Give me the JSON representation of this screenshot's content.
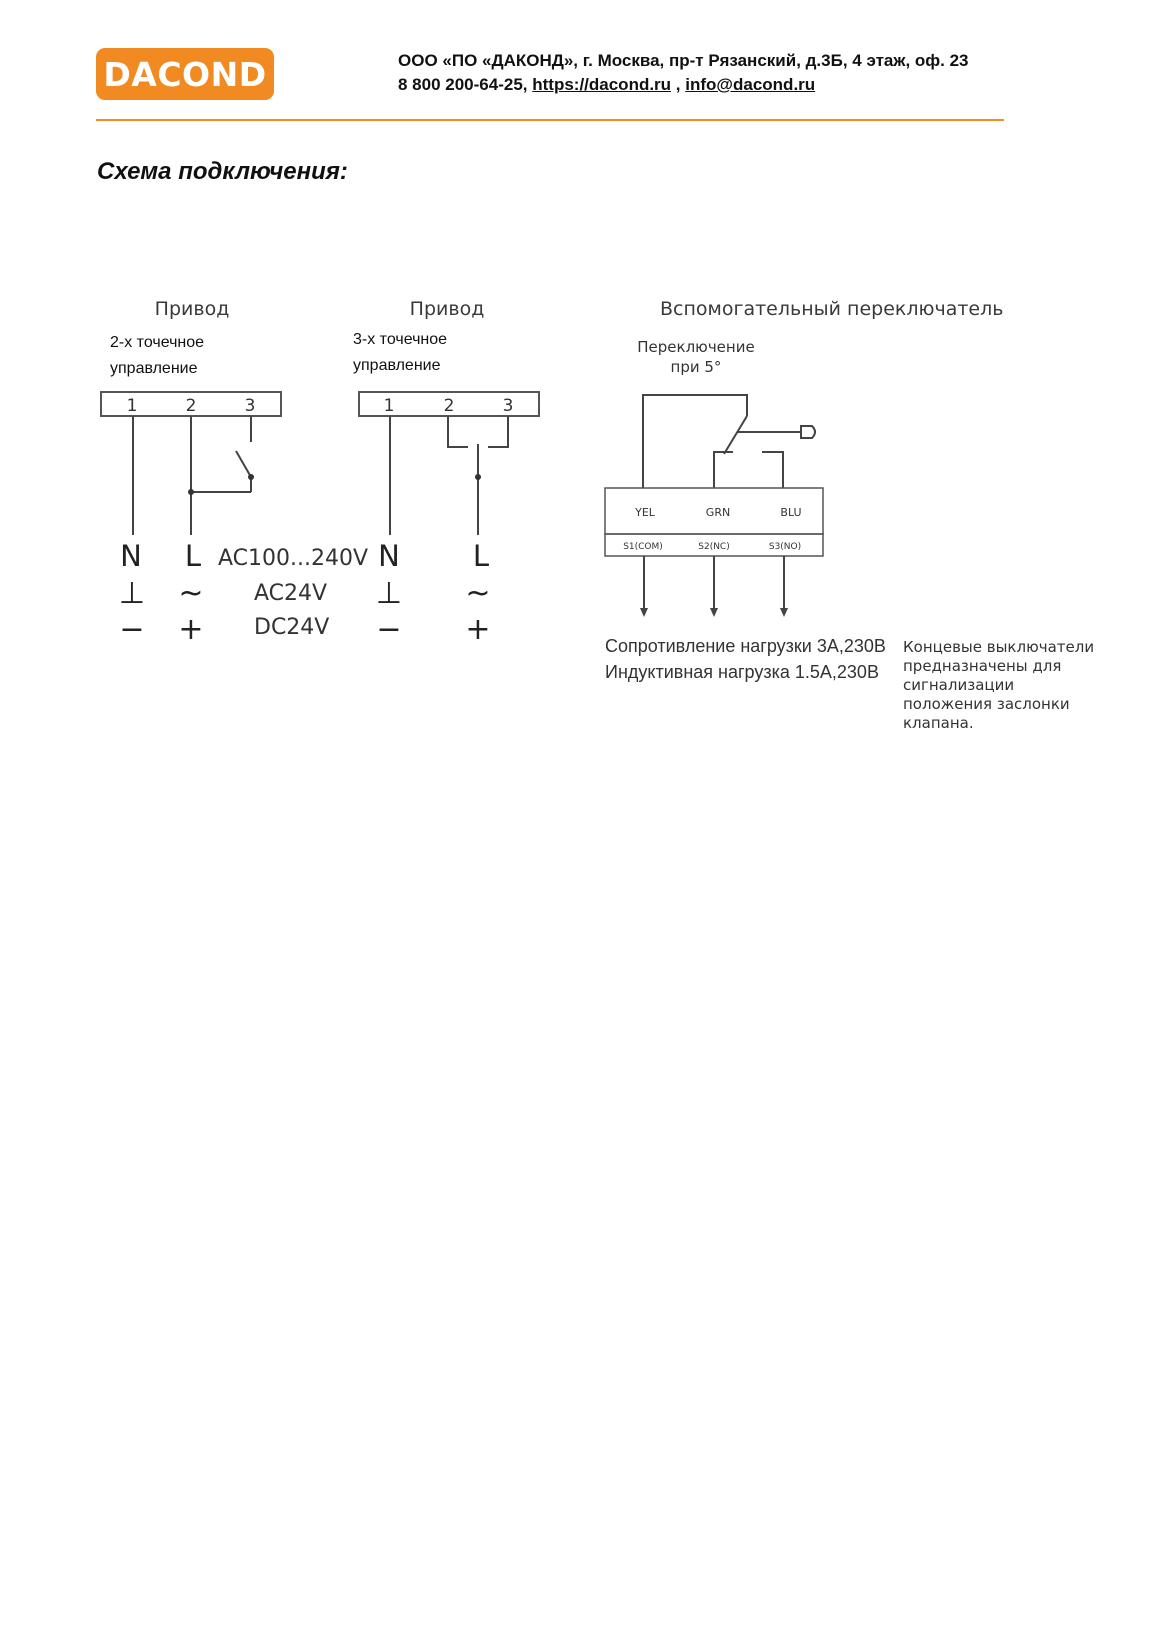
{
  "header": {
    "logo_text": "DACOND",
    "address_line": "ООО «ПО «ДАКОНД», г. Москва, пр-т Рязанский, д.3Б, 4 этаж, оф. 23",
    "phone": "8 800 200-64-25,",
    "website": "https://dacond.ru",
    "separator": ",",
    "email": "info@dacond.ru"
  },
  "page": {
    "title": "Схема подключения:"
  },
  "diagram": {
    "actuator1": {
      "heading": "Привод",
      "subtitle_line1": "2-х точечное",
      "subtitle_line2": "управление",
      "terminals": [
        "1",
        "2",
        "3"
      ]
    },
    "actuator2": {
      "heading": "Привод",
      "subtitle_line1": "3-х точечное",
      "subtitle_line2": "управление",
      "terminals": [
        "1",
        "2",
        "3"
      ]
    },
    "supply": {
      "neutral": "N",
      "line": "L",
      "ground_symbol": "⊥",
      "ac_symbol": "~",
      "minus": "−",
      "plus": "+",
      "voltage_ac_high": "AC100...240V",
      "voltage_ac_low": "AC24V",
      "voltage_dc": "DC24V"
    },
    "aux_switch": {
      "heading": "Вспомогательный переключатель",
      "switch_note_line1": "Переключение",
      "switch_note_line2": "при 5°",
      "wire_colors": [
        "YEL",
        "GRN",
        "BLU"
      ],
      "contacts": [
        "S1(COM)",
        "S2(NC)",
        "S3(NO)"
      ],
      "load_resistive": "Сопротивление нагрузки 3А,230В",
      "load_inductive": "Индуктивная нагрузка 1.5А,230В",
      "note_lines": [
        "Концевые выключатели",
        "предназначены для",
        "сигнализации",
        "положения заслонки",
        "клапана."
      ]
    }
  }
}
